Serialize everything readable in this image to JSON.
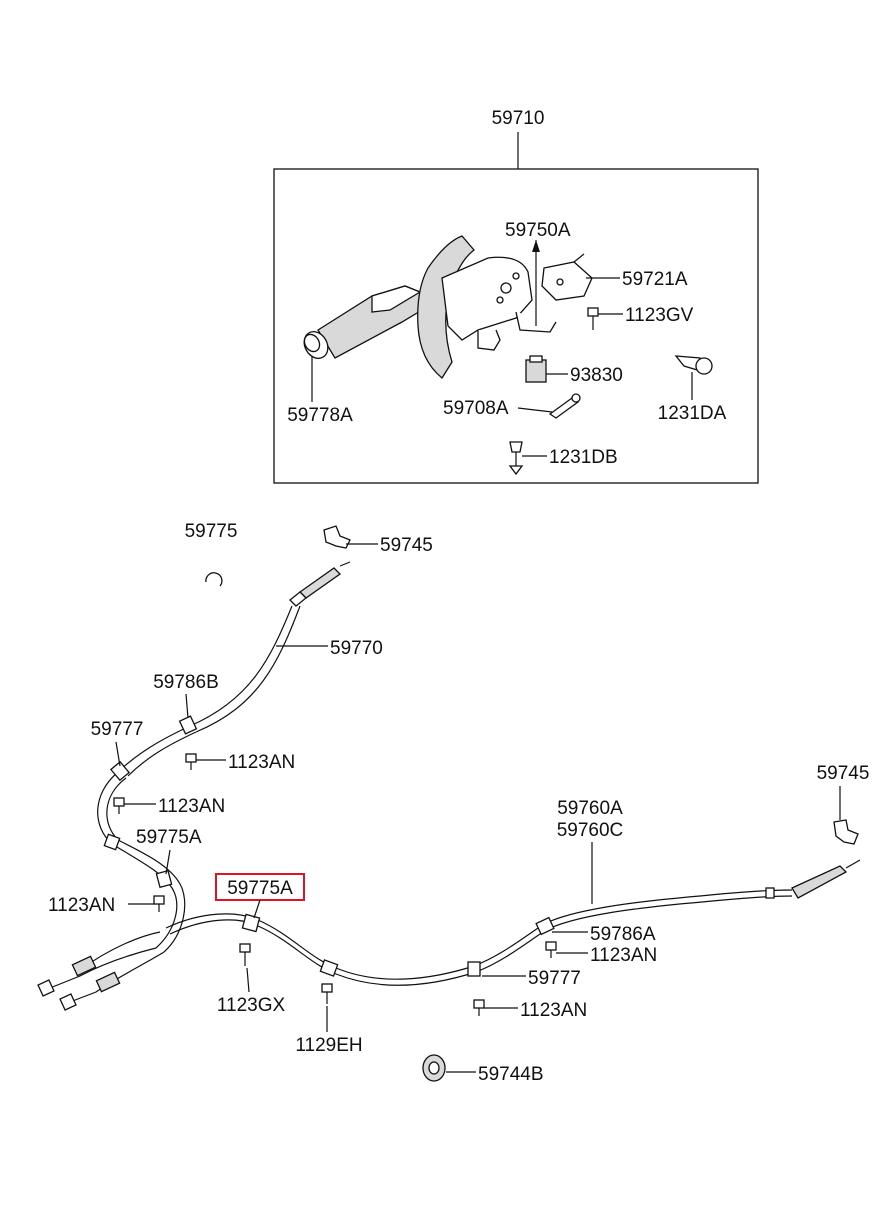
{
  "diagram": {
    "assembly_label": "59710",
    "highlight_color": "#e0141e",
    "highlighted_part": "59775A",
    "lever_parts": {
      "p59750A": "59750A",
      "p59721A": "59721A",
      "p1123GV": "1123GV",
      "p93830": "93830",
      "p1231DA": "1231DA",
      "p59778A": "59778A",
      "p59708A": "59708A",
      "p1231DB": "1231DB"
    },
    "cable_parts": {
      "p59775": "59775",
      "p59745_top": "59745",
      "p59770": "59770",
      "p59786B": "59786B",
      "p59777_left": "59777",
      "p1123AN_a": "1123AN",
      "p1123AN_b": "1123AN",
      "p59775A_left": "59775A",
      "p1123AN_c": "1123AN",
      "p59775A_boxed": "59775A",
      "p1123GX": "1123GX",
      "p1129EH": "1129EH",
      "p59760A": "59760A",
      "p59760C": "59760C",
      "p59745_right": "59745",
      "p59786A": "59786A",
      "p1123AN_d": "1123AN",
      "p59777_right": "59777",
      "p1123AN_e": "1123AN",
      "p59744B": "59744B"
    }
  }
}
